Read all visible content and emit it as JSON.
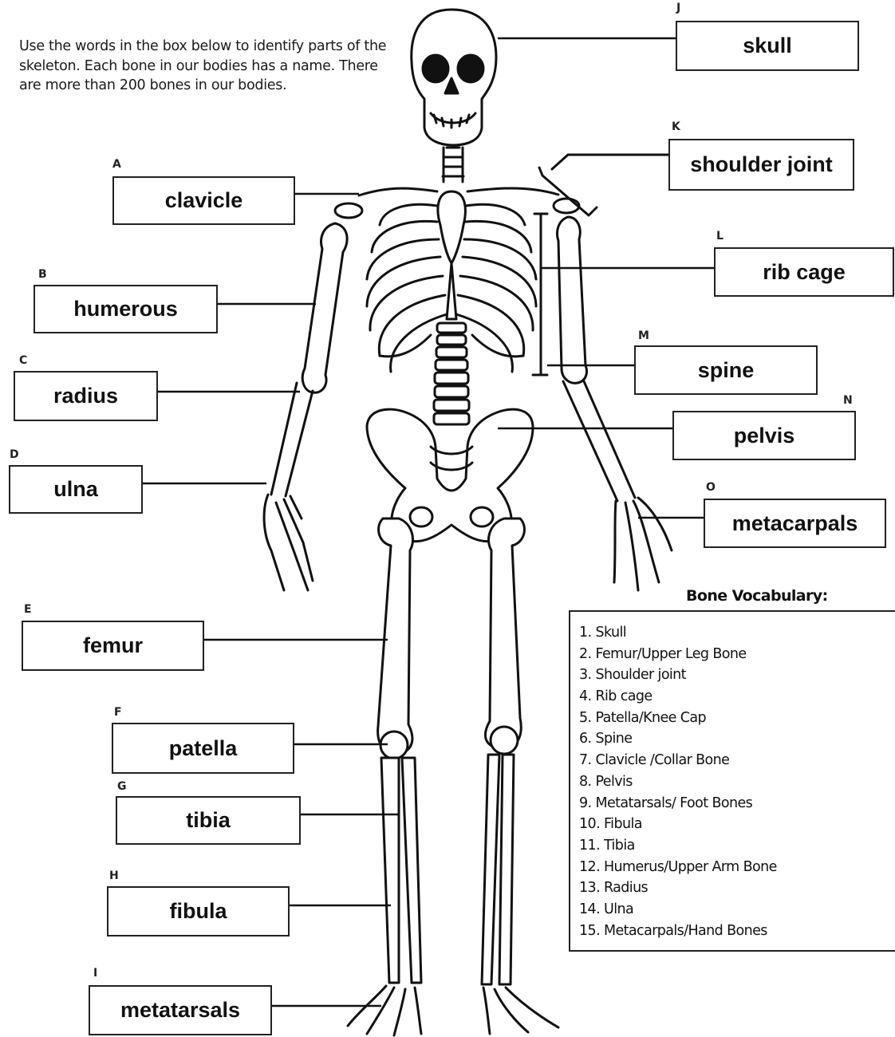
{
  "intro_text": "Use the words in the box below to identify parts of the skeleton. Each bone in our bodies has a name. There are more than 200 bones in our bodies.",
  "labels": [
    {
      "letter": "A",
      "answer": "clavicle"
    },
    {
      "letter": "B",
      "answer": "humerous"
    },
    {
      "letter": "C",
      "answer": "radius"
    },
    {
      "letter": "D",
      "answer": "ulna"
    },
    {
      "letter": "E",
      "answer": "femur"
    },
    {
      "letter": "F",
      "answer": "patella"
    },
    {
      "letter": "G",
      "answer": "tibia"
    },
    {
      "letter": "H",
      "answer": "fibula"
    },
    {
      "letter": "I",
      "answer": "metatarsals"
    },
    {
      "letter": "J",
      "answer": "skull"
    },
    {
      "letter": "K",
      "answer": "shoulder joint"
    },
    {
      "letter": "L",
      "answer": "rib cage"
    },
    {
      "letter": "M",
      "answer": "spine"
    },
    {
      "letter": "N",
      "answer": "pelvis"
    },
    {
      "letter": "O",
      "answer": "metacarpals"
    }
  ],
  "vocabulary": {
    "title": "Bone Vocabulary:",
    "items": [
      "1. Skull",
      "2. Femur/Upper Leg Bone",
      "3. Shoulder joint",
      "4. Rib cage",
      "5. Patella/Knee Cap",
      "6. Spine",
      "7. Clavicle /Collar Bone",
      "8. Pelvis",
      "9. Metatarsals/ Foot Bones",
      "10. Fibula",
      "11. Tibia",
      "12. Humerus/Upper Arm Bone",
      "13. Radius",
      "14. Ulna",
      "15. Metacarpals/Hand Bones"
    ]
  }
}
